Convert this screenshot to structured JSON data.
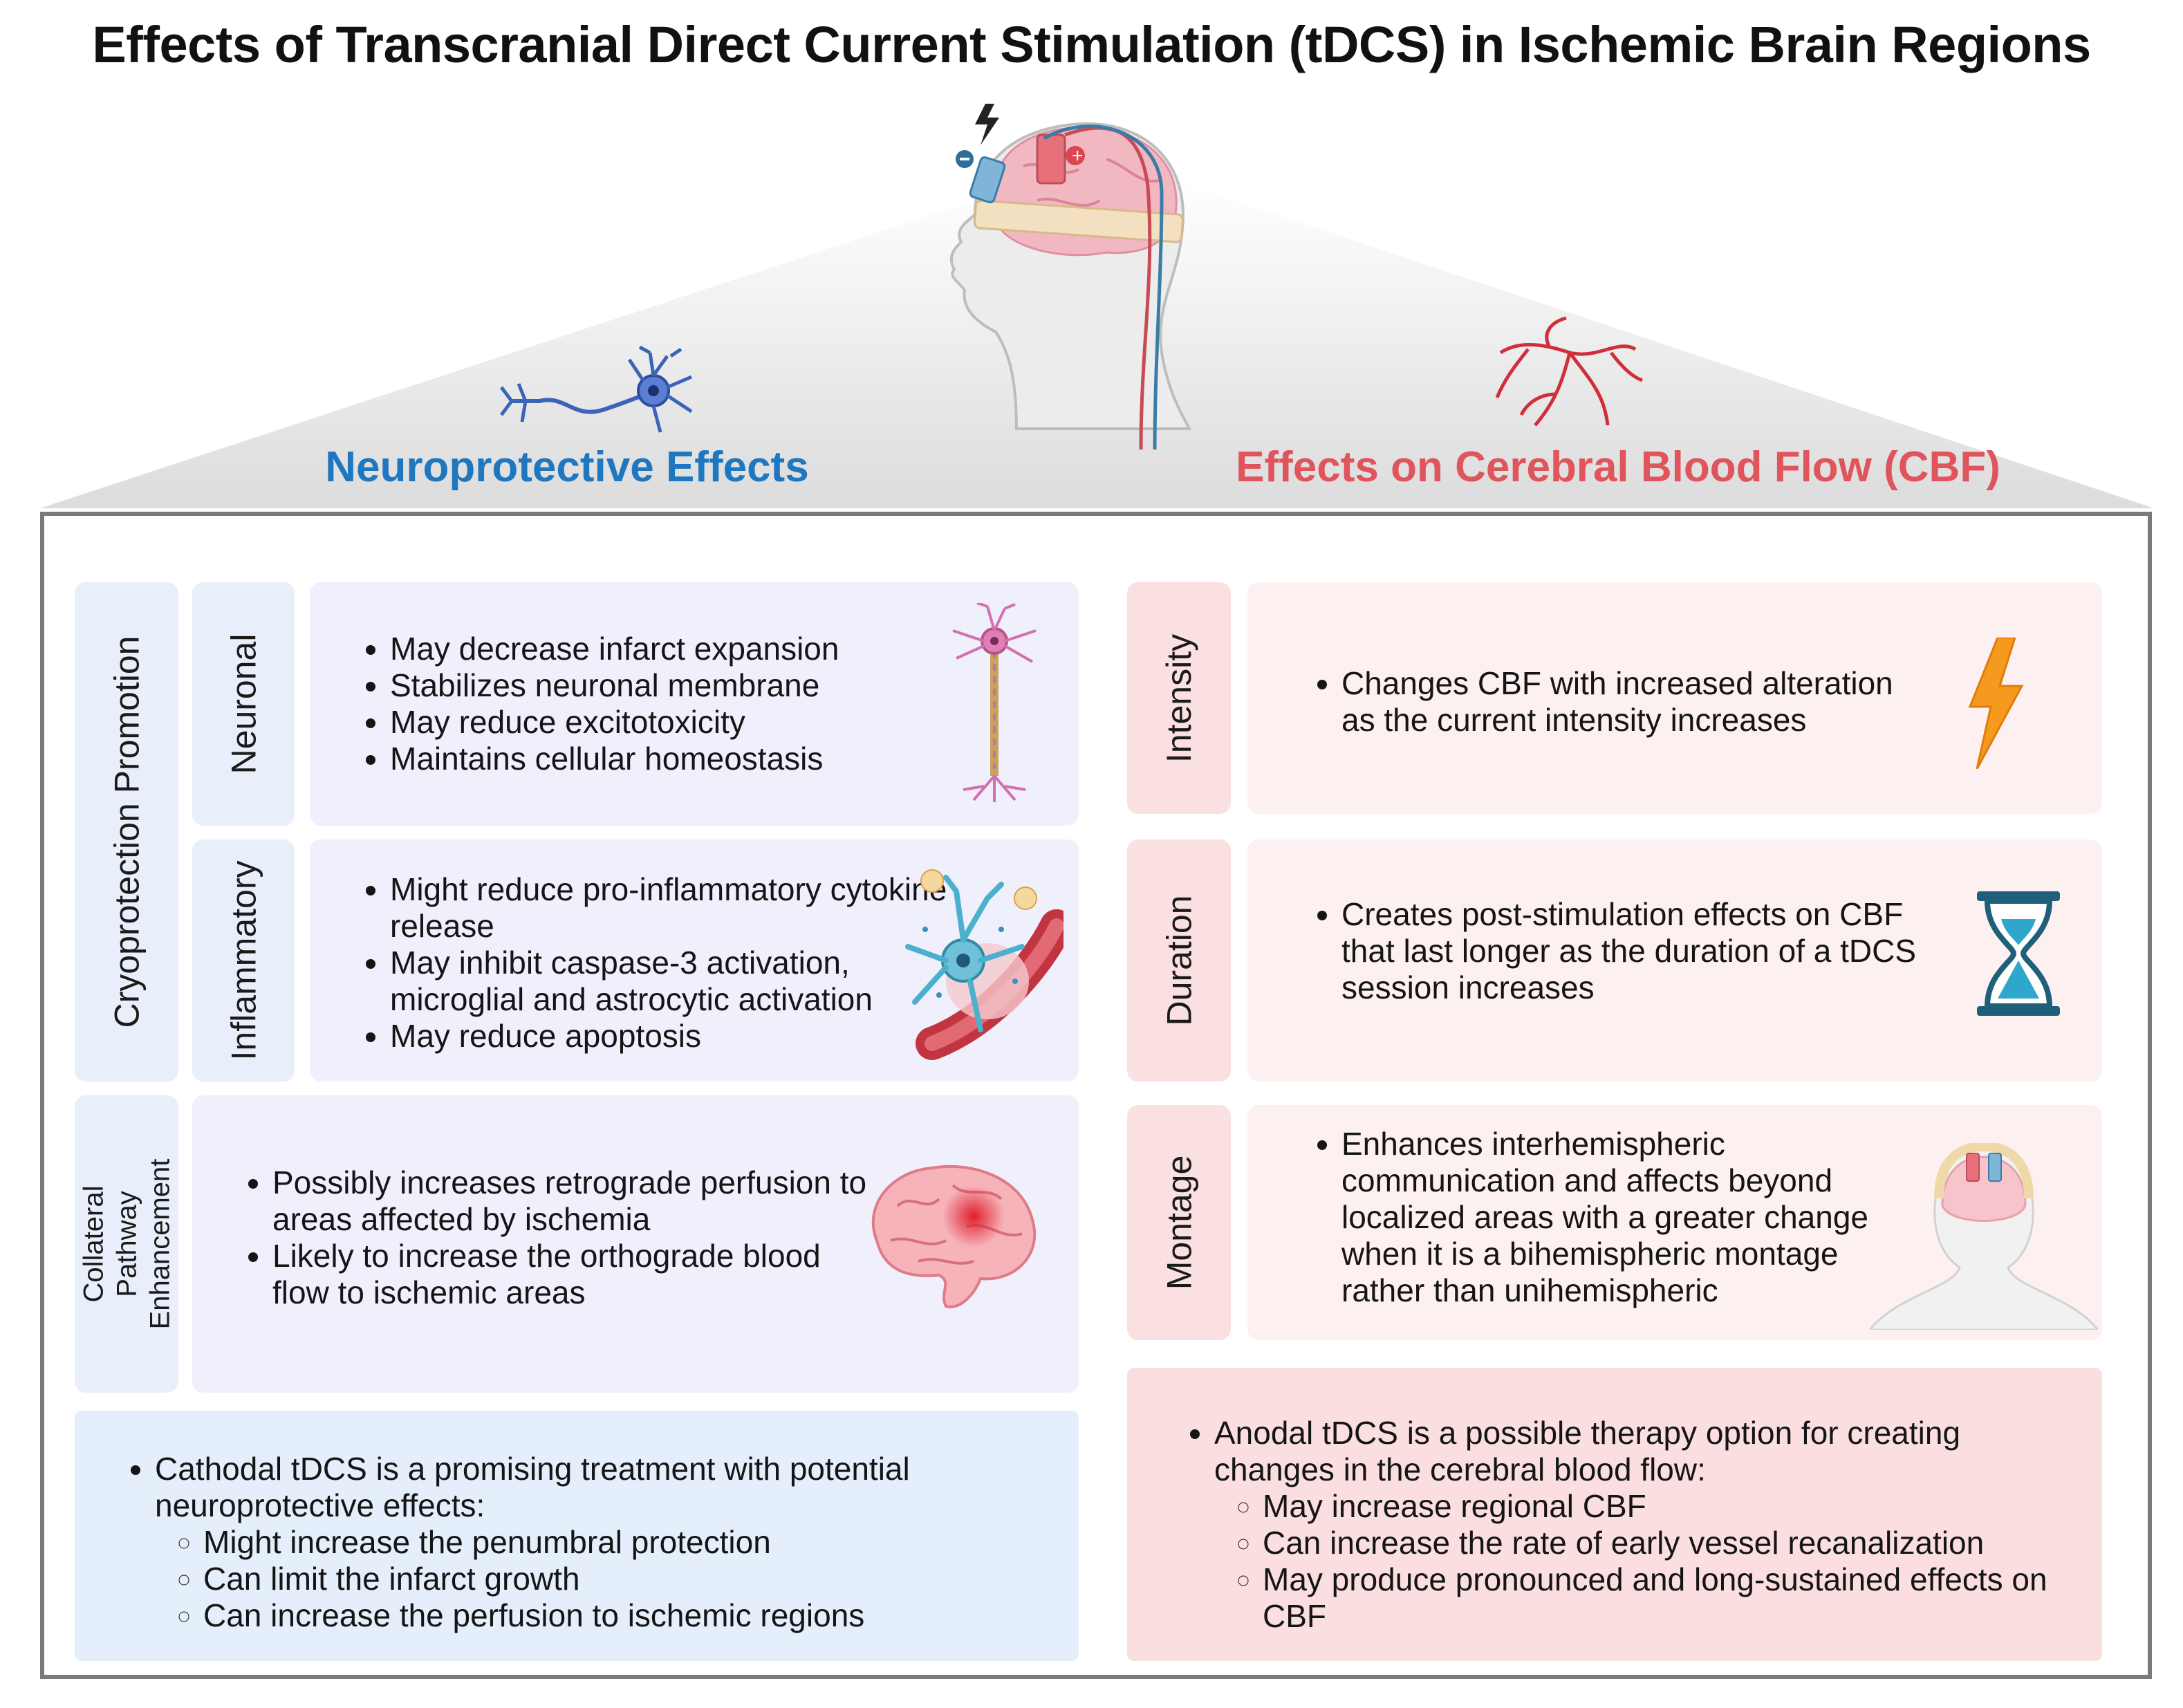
{
  "title": "Effects of Transcranial Direct Current Stimulation (tDCS) in Ischemic Brain Regions",
  "neuroprotective": {
    "title": "Neuroprotective Effects",
    "group_label": "Cryoprotection Promotion",
    "neuronal": {
      "label": "Neuronal",
      "items": [
        "May decrease infarct expansion",
        "Stabilizes neuronal membrane",
        "May reduce excitotoxicity",
        "Maintains cellular homeostasis"
      ],
      "icon": "neuron-icon"
    },
    "inflammatory": {
      "label": "Inflammatory",
      "items": [
        "Might reduce pro-inflammatory cytokine release",
        "May inhibit caspase-3 activation, microglial and astrocytic activation",
        "May reduce apoptosis"
      ],
      "icon": "glia-vessel-icon"
    },
    "collateral": {
      "label": "Collateral Pathway Enhancement",
      "items": [
        "Possibly increases retrograde perfusion to areas affected by ischemia",
        "Likely to increase the orthograde blood flow to ischemic areas"
      ],
      "icon": "brain-lesion-icon"
    },
    "summary": {
      "intro": "Cathodal tDCS is a promising treatment with potential neuroprotective effects:",
      "sub": [
        "Might increase the penumbral protection",
        "Can limit the infarct growth",
        "Can increase the perfusion to ischemic regions"
      ]
    }
  },
  "cbf": {
    "title": "Effects on Cerebral Blood Flow (CBF)",
    "intensity": {
      "label": "Intensity",
      "text": "Changes CBF with increased alteration as the current intensity increases",
      "icon": "lightning-icon"
    },
    "duration": {
      "label": "Duration",
      "text": "Creates post-stimulation effects on CBF that last longer as the duration of a tDCS session increases",
      "icon": "hourglass-icon"
    },
    "montage": {
      "label": "Montage",
      "text": "Enhances interhemispheric communication and affects beyond localized areas with a greater change when it is a bihemispheric montage rather than unihemispheric",
      "icon": "head-montage-icon"
    },
    "summary": {
      "intro": "Anodal tDCS is a possible therapy option for creating changes in the cerebral blood flow:",
      "sub": [
        "May increase regional CBF",
        "Can increase the rate of early vessel recanalization",
        "May produce pronounced and long-sustained effects on CBF"
      ]
    }
  },
  "colors": {
    "blue_accent": "#1f77c0",
    "red_accent": "#e0545c",
    "frame": "#7a7a7a"
  }
}
